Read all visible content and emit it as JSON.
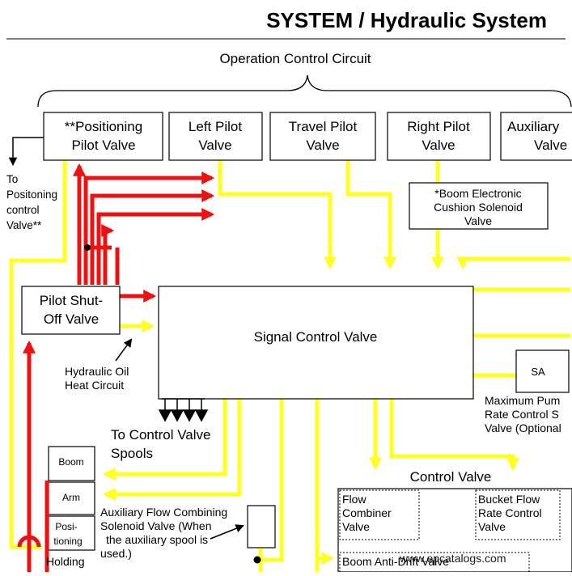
{
  "title": "SYSTEM / Hydraulic System",
  "circuit_label": "Operation Control Circuit",
  "pilot_valves": {
    "positioning": [
      "**Positioning",
      "Pilot Valve"
    ],
    "left": [
      "Left Pilot",
      "Valve"
    ],
    "travel": [
      "Travel Pilot",
      "Valve"
    ],
    "right": [
      "Right Pilot",
      "Valve"
    ],
    "auxiliary": [
      "Auxiliary",
      "Valve"
    ]
  },
  "to_positioning": [
    "To",
    "Positoning",
    "control",
    "Valve**"
  ],
  "boom_cushion": [
    "*Boom Electronic",
    "Cushion Solenoid",
    "Valve"
  ],
  "pilot_shutoff": [
    "Pilot Shut-",
    "Off Valve"
  ],
  "signal_control": "Signal Control Valve",
  "hydraulic_oil_heat": [
    "Hydraulic Oil",
    "Heat Circuit"
  ],
  "to_control_valve_spools": [
    "To Control Valve",
    "Spools"
  ],
  "sa_label": "SA",
  "max_pump": [
    "Maximum Pum",
    "Rate Control S",
    "Valve (Optional"
  ],
  "spools": [
    "Boom",
    "Arm",
    "Posi-",
    "tioning"
  ],
  "holding": "Holding",
  "aux_flow": [
    "Auxiliary Flow Combining",
    "Solenoid Valve (When",
    "the auxiliary spool is",
    "used.)"
  ],
  "control_valve": "Control Valve",
  "flow_combiner": [
    "Flow",
    "Combiner",
    "Valve"
  ],
  "bucket_flow": [
    "Bucket Flow",
    "Rate Control",
    "Valve"
  ],
  "boom_anti_drift": "Boom Anti-Drift Valve",
  "watermark": "www.epcatalogs.com",
  "colors": {
    "pilot_pressure": "#ee1111",
    "signal_oil": "#ffff22"
  }
}
